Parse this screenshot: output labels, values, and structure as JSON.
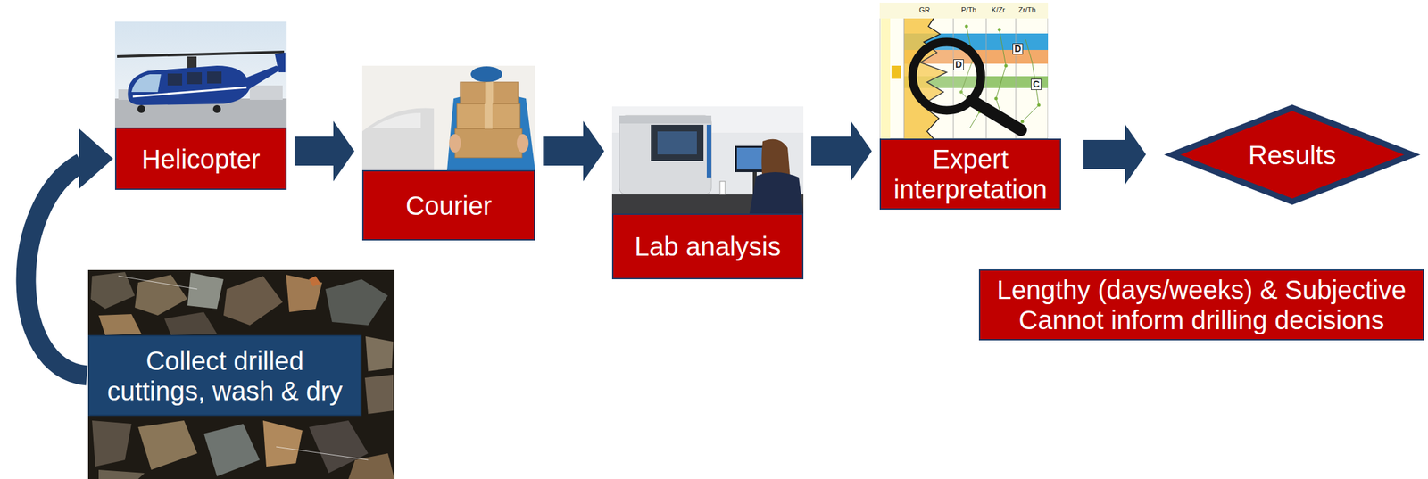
{
  "diagram": {
    "nodes": [
      {
        "text": [
          "Collect drilled cuttings, wash & dry"
        ]
      },
      {
        "text": [
          "Helicopter"
        ]
      },
      {
        "text": [
          "Courier"
        ]
      },
      {
        "text": [
          "Lab analysis"
        ]
      },
      {
        "text": [
          "Expert interpretation"
        ]
      },
      {
        "text": [
          "Results"
        ]
      },
      {
        "text": [
          "Lengthy (days/weeks) & Subjective",
          "Cannot inform drilling decisions"
        ]
      }
    ],
    "edges": [
      {
        "from": 0,
        "to": 1,
        "arrow": "to"
      },
      {
        "from": 1,
        "to": 2,
        "arrow": "to"
      },
      {
        "from": 2,
        "to": 3,
        "arrow": "to"
      },
      {
        "from": 3,
        "to": 4,
        "arrow": "to"
      },
      {
        "from": 4,
        "to": 5,
        "arrow": "to"
      }
    ],
    "labels": [
      "GR",
      "P/Th",
      "K/Zr",
      "Zr/Th",
      "D",
      "D",
      "C"
    ]
  }
}
